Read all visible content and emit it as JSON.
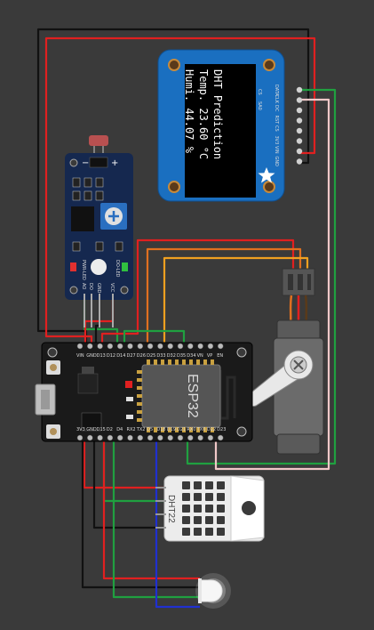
{
  "oled": {
    "lines": [
      "DHT Prediction",
      "Temp. 23.60 °C",
      "Humi. 44.07 %"
    ],
    "pins": [
      "DATA",
      "CLK",
      "DC",
      "RST",
      "CS",
      "3V3",
      "VIN",
      "GND"
    ],
    "left_pins": [
      "CS",
      "SA0"
    ]
  },
  "ldr": {
    "minus": "−",
    "plus": "+",
    "led_labels": [
      "PWR-LED",
      "DO-LED"
    ],
    "pins": [
      "AO",
      "DO",
      "GND",
      "VCC"
    ]
  },
  "esp32": {
    "chip_label": "ESP32",
    "top_pins": [
      "VIN",
      "GND",
      "D13",
      "D12",
      "D14",
      "D27",
      "D26",
      "D25",
      "D33",
      "D32",
      "D35",
      "D34",
      "VN",
      "VP",
      "EN"
    ],
    "bottom_pins": [
      "3V3",
      "GND",
      "D15",
      "D2",
      "D4",
      "RX2",
      "TX2",
      "D5",
      "D18",
      "D19",
      "D21",
      "RX0",
      "TX0",
      "D22",
      "D23"
    ]
  },
  "dht": {
    "label": "DHT22"
  },
  "colors": {
    "background": "#3a3a3a",
    "wire_red": "#e02020",
    "wire_black": "#111111",
    "wire_green": "#20a040",
    "wire_orange": "#e07020",
    "wire_yellow": "#f0a020",
    "wire_pink": "#f0c8c8",
    "wire_blue": "#2030d0",
    "oled_board": "#1a6fc0",
    "board_dark": "#1a1a1a",
    "ldr_board": "#15284f"
  }
}
